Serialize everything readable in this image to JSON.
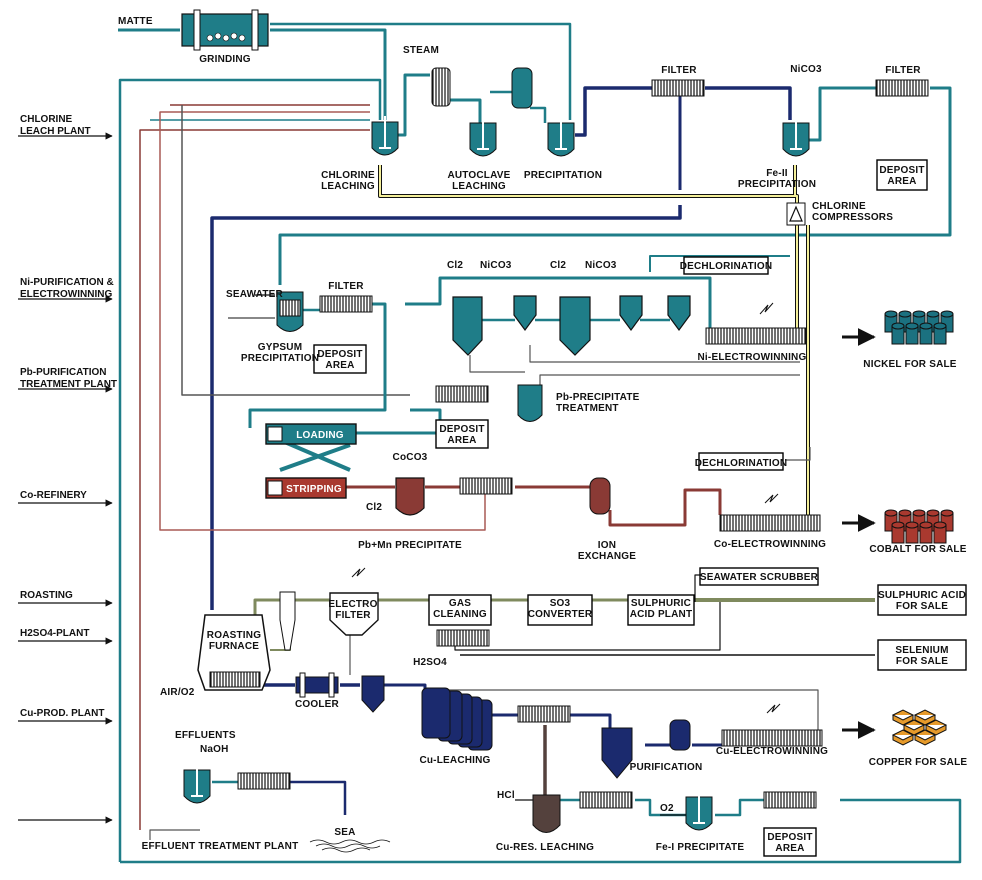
{
  "side_labels": [
    "CHLORINE\nLEACH PLANT",
    "Ni-PURIFICATION &\nELECTROWINNING",
    "Pb-PURIFICATION\nTREATMENT PLANT",
    "Co-REFINERY",
    "ROASTING",
    "H2SO4-PLANT",
    "Cu-PROD. PLANT"
  ],
  "labels": {
    "matte": "MATTE",
    "grinding": "GRINDING",
    "steam": "STEAM",
    "filter1": "FILTER",
    "nico3_top": "NiCO3",
    "filter2": "FILTER",
    "chlorine_leaching": "CHLORINE\nLEACHING",
    "autoclave_leaching": "AUTOCLAVE\nLEACHING",
    "precipitation": "PRECIPITATION",
    "fe2_precipitation": "Fe-II\nPRECIPITATION",
    "deposit_area1": "DEPOSIT\nAREA",
    "chlorine_compressors": "CHLORINE\nCOMPRESSORS",
    "seawater": "SEAWATER",
    "filter3": "FILTER",
    "gypsum_precipitation": "GYPSUM\nPRECIPITATION",
    "deposit_area2": "DEPOSIT\nAREA",
    "cl2_a": "Cl2",
    "nico3_a": "NiCO3",
    "cl2_b": "Cl2",
    "nico3_b": "NiCO3",
    "dechlorination1": "DECHLORINATION",
    "ni_electrowinning": "Ni-ELECTROWINNING",
    "nickel_for_sale": "NICKEL FOR SALE",
    "pb_precipitate_treatment": "Pb-PRECIPITATE\nTREATMENT",
    "deposit_area3": "DEPOSIT\nAREA",
    "loading": "LOADING",
    "stripping": "STRIPPING",
    "coco3": "CoCO3",
    "cl2_c": "Cl2",
    "pb_mn_precipitate": "Pb+Mn PRECIPITATE",
    "ion_exchange": "ION\nEXCHANGE",
    "dechlorination2": "DECHLORINATION",
    "co_electrowinning": "Co-ELECTROWINNING",
    "cobalt_for_sale": "COBALT FOR SALE",
    "roasting_furnace": "ROASTING\nFURNACE",
    "electro_filter": "ELECTRO\nFILTER",
    "gas_cleaning": "GAS\nCLEANING",
    "so3_converter": "SO3\nCONVERTER",
    "sulphuric_acid_plant": "SULPHURIC\nACID PLANT",
    "seawater_scrubber": "SEAWATER SCRUBBER",
    "sulphuric_acid_for_sale": "SULPHURIC ACID\nFOR SALE",
    "selenium_for_sale": "SELENIUM\nFOR SALE",
    "air_o2": "AIR/O2",
    "cooler": "COOLER",
    "h2so4": "H2SO4",
    "cu_leaching": "Cu-LEACHING",
    "purification": "PURIFICATION",
    "cu_electrowinning": "Cu-ELECTROWINNING",
    "copper_for_sale": "COPPER FOR SALE",
    "effluents": "EFFLUENTS",
    "naoh": "NaOH",
    "effluent_treatment_plant": "EFFLUENT TREATMENT PLANT",
    "sea": "SEA",
    "hcl": "HCl",
    "cu_res_leaching": "Cu-RES. LEACHING",
    "o2": "O2",
    "fe1_precipitate": "Fe-I PRECIPITATE",
    "deposit_area4": "DEPOSIT\nAREA"
  },
  "colors": {
    "teal": "#1f7d88",
    "navy": "#1b2a6e",
    "brown": "#8a3a35",
    "olive": "#7f8a5e",
    "yellow": "#f4ef9a",
    "dark": "#222222",
    "cobalt_red": "#a9392f",
    "copper_orange": "#e69a2a",
    "nickel_teal": "#1b7180",
    "cu_res_brown": "#54413d"
  }
}
